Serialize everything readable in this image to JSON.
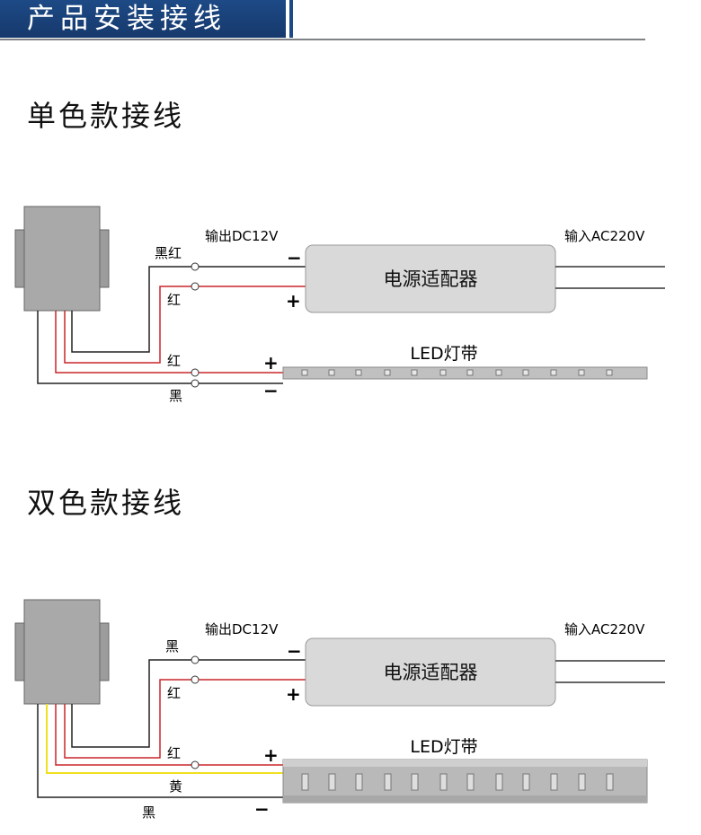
{
  "header": {
    "title": "产品安装接线"
  },
  "sections": [
    {
      "title": "单色款接线",
      "labels": {
        "output": "输出DC12V",
        "input": "输入AC220V",
        "adapter": "电源适配器",
        "strip": "LED灯带",
        "adapter_neg_wire": "黑红",
        "adapter_pos_wire": "红",
        "strip_pos_wire": "红",
        "strip_neg_wire": "黑",
        "adapter_minus": "−",
        "adapter_plus": "+",
        "strip_plus": "+",
        "strip_minus": "−"
      }
    },
    {
      "title": "双色款接线",
      "labels": {
        "output": "输出DC12V",
        "input": "输入AC220V",
        "adapter": "电源适配器",
        "strip": "LED灯带",
        "adapter_neg_wire": "黑",
        "adapter_pos_wire": "红",
        "strip_pos_wire": "红",
        "strip_yellow_wire": "黄",
        "strip_neg_wire": "黑",
        "adapter_minus": "−",
        "adapter_plus": "+",
        "strip_plus": "+",
        "strip_minus": "−"
      }
    }
  ],
  "colors": {
    "header": "#1d4a86",
    "red_wire": "#c8262a",
    "black_wire": "#222222",
    "yellow_wire": "#f0e020",
    "box": "#a9a9a9"
  }
}
